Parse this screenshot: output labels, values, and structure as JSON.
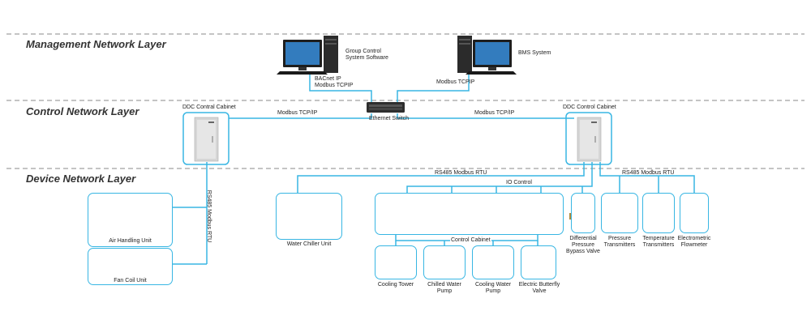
{
  "layers": {
    "management": "Management Network Layer",
    "control": "Control Network Layer",
    "device": "Device Network Layer"
  },
  "management": {
    "group_control_label": "Group Control\nSystem Software",
    "bms_label": "BMS System",
    "left_protocol": "BACnet IP\nModbus TCPIP",
    "right_protocol": "Modbus TCPIP"
  },
  "control": {
    "switch_label": "Ethernet Switch",
    "left_cabinet_label": "DDC Contral Cabinet",
    "right_cabinet_label": "DDC Control Cabinet",
    "left_link": "Modbus TCP/IP",
    "right_link": "Modbus TCP/IP"
  },
  "device": {
    "rs485_left": "RS485 Modbus RTU",
    "rs485_top": "RS485 Modbus RTU",
    "rs485_right": "RS485 Modbus RTU",
    "io_control": "IO Control",
    "control_cabinet": "Control Cabinet",
    "ahu": "Air Handling Unit",
    "fcu": "Fan Coil Unit",
    "chiller": "Water Chiller Unit",
    "diff_valve": "Differential\nPressure\nBypass Valve",
    "pressure": "Pressure\nTransmitters",
    "temperature": "Temperature\nTransmitters",
    "flowmeter": "Electrometric\nFlowmeter",
    "cooling_tower": "Cooling Tower",
    "chilled_pump": "Chilled Water\nPump",
    "cooling_pump": "Cooling Water\nPump",
    "butterfly": "Electric Butterfly\nValve"
  },
  "colors": {
    "accent": "#38b6e3",
    "divider": "#888888",
    "equipment": "#d9d9d9"
  }
}
